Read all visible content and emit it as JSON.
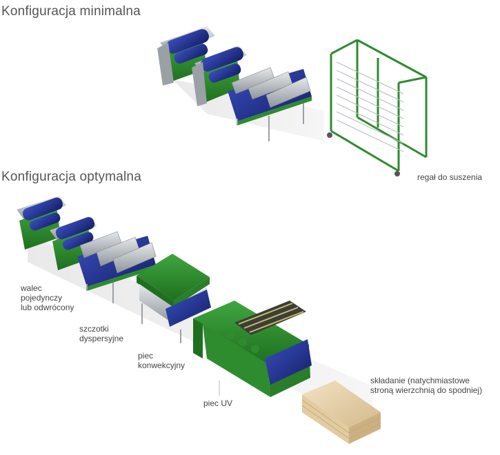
{
  "headings": {
    "minimal": "Konfiguracja minimalna",
    "optimal": "Konfiguracja optymalna"
  },
  "labels": {
    "drying_rack": "regał do suszenia",
    "roller": "walec\npojedynczy\nlub odwrócony",
    "brushes": "szczotki\ndyspersyjne",
    "convection_oven": "piec\nkonwekcyjny",
    "uv_oven": "piec UV",
    "stacking": "składanie (natychmiastowe\nstroną wierzchnią do spodniej)"
  },
  "colors": {
    "frame_green": "#2e8b2e",
    "belt_blue": "#1e2f8f",
    "steel_grey": "#a9aeb3",
    "wood": "#e7d2ad"
  }
}
